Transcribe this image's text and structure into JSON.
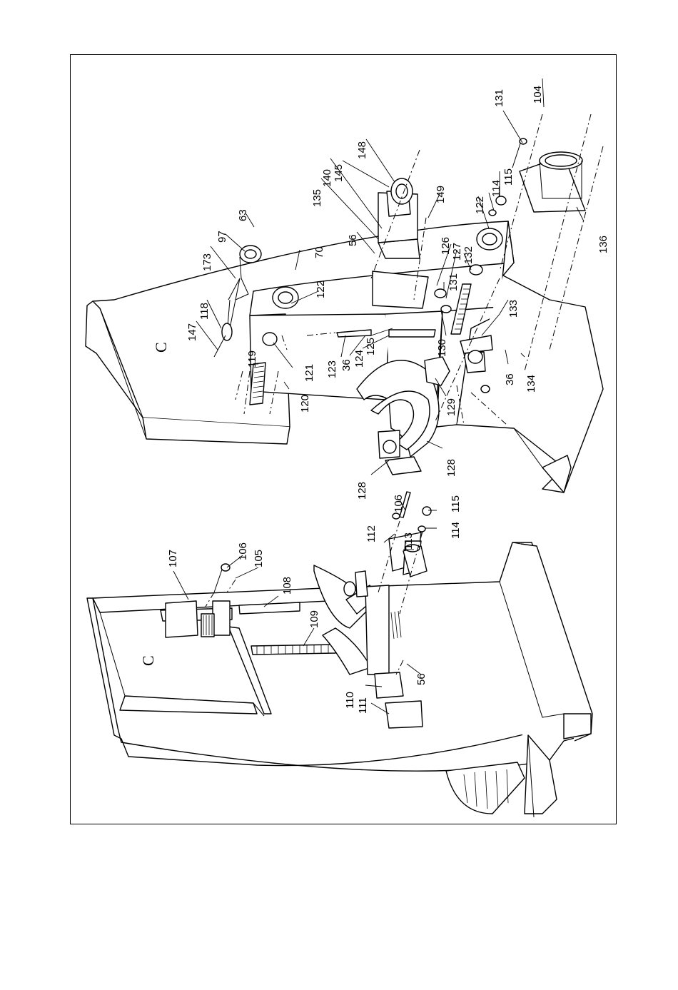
{
  "letters": {
    "upper_panel": "C",
    "lower_panel": "C"
  },
  "labels": {
    "l131a": "131",
    "l104": "104",
    "l148": "148",
    "l145": "145",
    "l140": "140",
    "l135": "135",
    "l149": "149",
    "l115a": "115",
    "l114a": "114",
    "l122a": "122",
    "l56a": "56",
    "l63": "63",
    "l97": "97",
    "l173": "173",
    "l70": "70",
    "l122b": "122",
    "l126": "126",
    "l127": "127",
    "l132": "132",
    "l131b": "131",
    "l133": "133",
    "l118": "118",
    "l147": "147",
    "l136": "136",
    "l121": "121",
    "l123": "123",
    "l36a": "36",
    "l124": "124",
    "l125": "125",
    "l130": "130",
    "l36b": "36",
    "l134": "134",
    "l119": "119",
    "l120": "120",
    "l129": "129",
    "l128a": "128",
    "l128b": "128",
    "l106a": "106",
    "l115b": "115",
    "l114b": "114",
    "l112": "112",
    "l113": "113",
    "l107": "107",
    "l106b": "106",
    "l105": "105",
    "l108": "108",
    "l109": "109",
    "l56b": "56",
    "l110": "110",
    "l111": "111"
  }
}
